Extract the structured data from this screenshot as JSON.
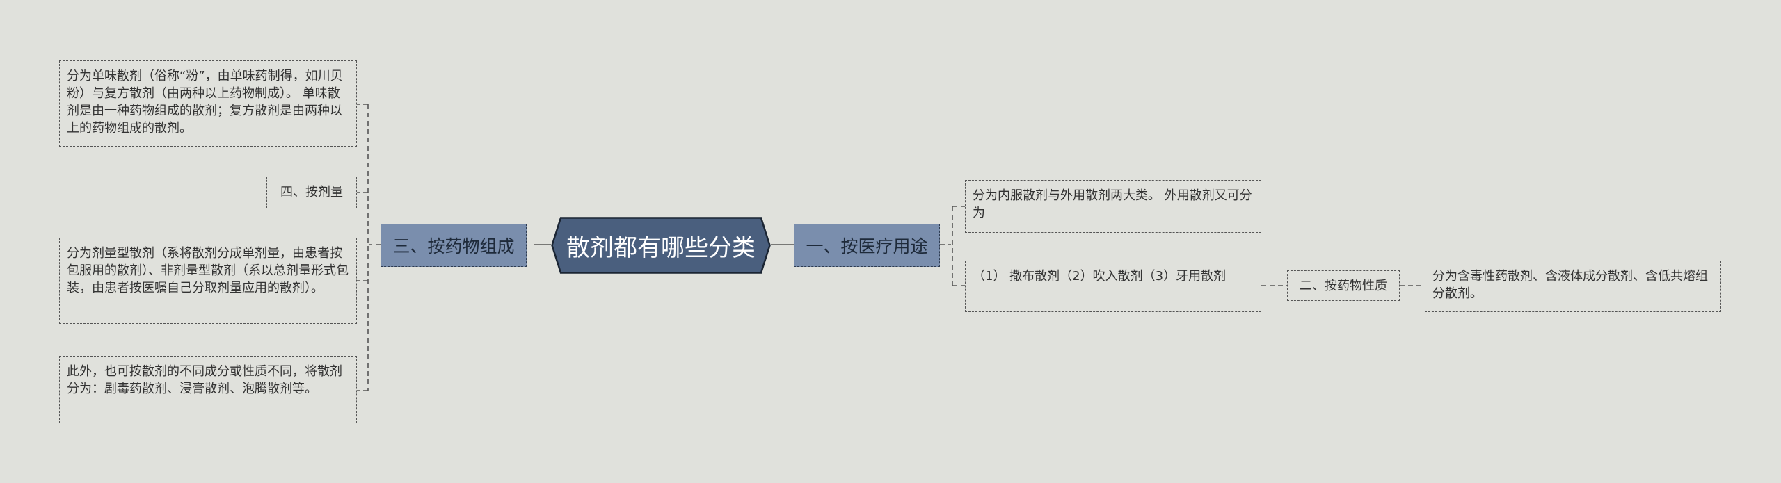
{
  "colors": {
    "background": "#e0e1dc",
    "root_fill": "#4a5f7e",
    "root_stroke": "#1b2533",
    "branch_fill": "#7a8ead",
    "line": "#555555"
  },
  "root": {
    "label": "散剂都有哪些分类"
  },
  "right": {
    "branch1": {
      "label": "一、按医疗用途",
      "child1": "分为内服散剂与外用散剂两大类。 外用散剂又可分为",
      "child2": "（1） 撒布散剂（2）吹入散剂（3）牙用散剂",
      "sub": {
        "label": "二、按药物性质",
        "leaf": "分为含毒性药散剂、含液体成分散剂、含低共熔组分散剂。"
      }
    }
  },
  "left": {
    "branch3": {
      "label": "三、按药物组成",
      "child1": "分为单味散剂（俗称“粉”，由单味药制得，如川贝粉）与复方散剂（由两种以上药物制成）。 单味散剂是由一种药物组成的散剂；复方散剂是由两种以上的药物组成的散剂。",
      "child2": "四、按剂量",
      "child3": "分为剂量型散剂（系将散剂分成单剂量，由患者按包服用的散剂）、非剂量型散剂（系以总剂量形式包装，由患者按医嘱自己分取剂量应用的散剂）。",
      "child4": "此外，也可按散剂的不同成分或性质不同，将散剂分为：剧毒药散剂、浸膏散剂、泡腾散剂等。"
    }
  }
}
